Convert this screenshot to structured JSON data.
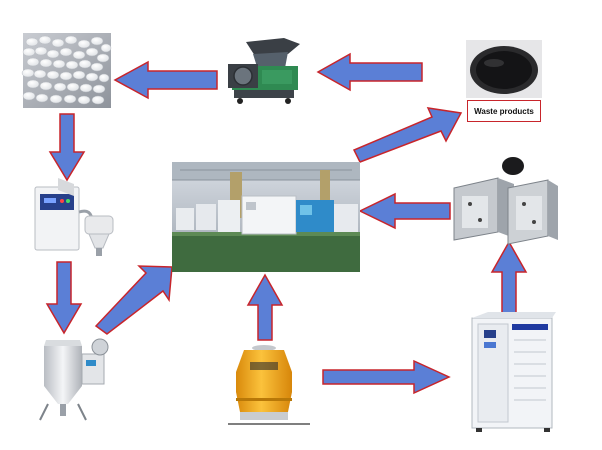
{
  "waste": {
    "label": "Waste products"
  },
  "colors": {
    "arrow_fill": "#5b7fd6",
    "arrow_outline": "#c8252b",
    "label_border": "#c8252b",
    "machine_blue": "#2f8bc9",
    "tower_yellow": "#f3a81a",
    "chiller_white": "#f2f4f7"
  },
  "nodes": [
    {
      "id": "pellets",
      "icon": "plastic-pellets"
    },
    {
      "id": "crusher",
      "icon": "plastic-crusher"
    },
    {
      "id": "waste",
      "icon": "waste-products-tray"
    },
    {
      "id": "autoloader",
      "icon": "vacuum-autoloader"
    },
    {
      "id": "molding",
      "icon": "injection-molding-machines"
    },
    {
      "id": "mold",
      "icon": "injection-mold"
    },
    {
      "id": "dryer",
      "icon": "hopper-dryer"
    },
    {
      "id": "tower",
      "icon": "cooling-tower"
    },
    {
      "id": "chiller",
      "icon": "water-chiller"
    }
  ]
}
